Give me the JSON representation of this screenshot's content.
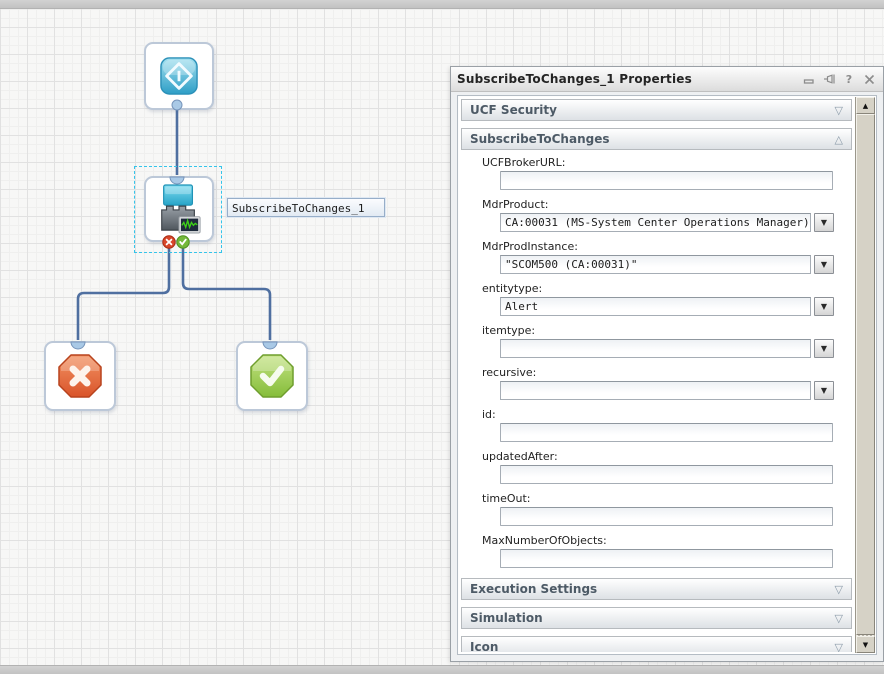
{
  "glyphs": {
    "combo_arrow": "▼",
    "scroll_up": "▲",
    "scroll_down": "▼",
    "help": "?"
  },
  "canvas": {
    "node_label": "SubscribeToChanges_1",
    "nodes": [
      {
        "name": "start-node"
      },
      {
        "name": "subscribe-to-changes-node"
      },
      {
        "name": "failure-node"
      },
      {
        "name": "success-node"
      }
    ],
    "colors": {
      "connector": "#4f6fa0",
      "selection": "#35c4ea",
      "start_icon_blue": "#3fb0d8",
      "failure_icon_orange": "#e0622f",
      "success_icon_green": "#8cc63f",
      "port_red": "#d8472b",
      "port_green": "#74b83a"
    }
  },
  "panel": {
    "title": "SubscribeToChanges_1 Properties",
    "titlebar_icons": [
      "minimize-icon",
      "pin-icon",
      "help-icon",
      "close-icon"
    ],
    "sections": [
      {
        "label": "UCF Security",
        "state": "collapsed",
        "arrow": "▽"
      },
      {
        "label": "SubscribeToChanges",
        "state": "expanded",
        "arrow": "△",
        "fields": [
          {
            "label": "UCFBrokerURL:",
            "type": "text",
            "value": ""
          },
          {
            "label": "MdrProduct:",
            "type": "select",
            "value": "CA:00031 (MS-System Center Operations Manager)"
          },
          {
            "label": "MdrProdInstance:",
            "type": "select",
            "value": "\"SCOM500 (CA:00031)\""
          },
          {
            "label": "entitytype:",
            "type": "select",
            "value": "Alert"
          },
          {
            "label": "itemtype:",
            "type": "select",
            "value": ""
          },
          {
            "label": "recursive:",
            "type": "select",
            "value": ""
          },
          {
            "label": "id:",
            "type": "text",
            "value": ""
          },
          {
            "label": "updatedAfter:",
            "type": "text",
            "value": ""
          },
          {
            "label": "timeOut:",
            "type": "text",
            "value": ""
          },
          {
            "label": "MaxNumberOfObjects:",
            "type": "text",
            "value": ""
          }
        ]
      },
      {
        "label": "Execution Settings",
        "state": "collapsed",
        "arrow": "▽"
      },
      {
        "label": "Simulation",
        "state": "collapsed",
        "arrow": "▽"
      },
      {
        "label": "Icon",
        "state": "collapsed",
        "arrow": "▽"
      }
    ]
  }
}
